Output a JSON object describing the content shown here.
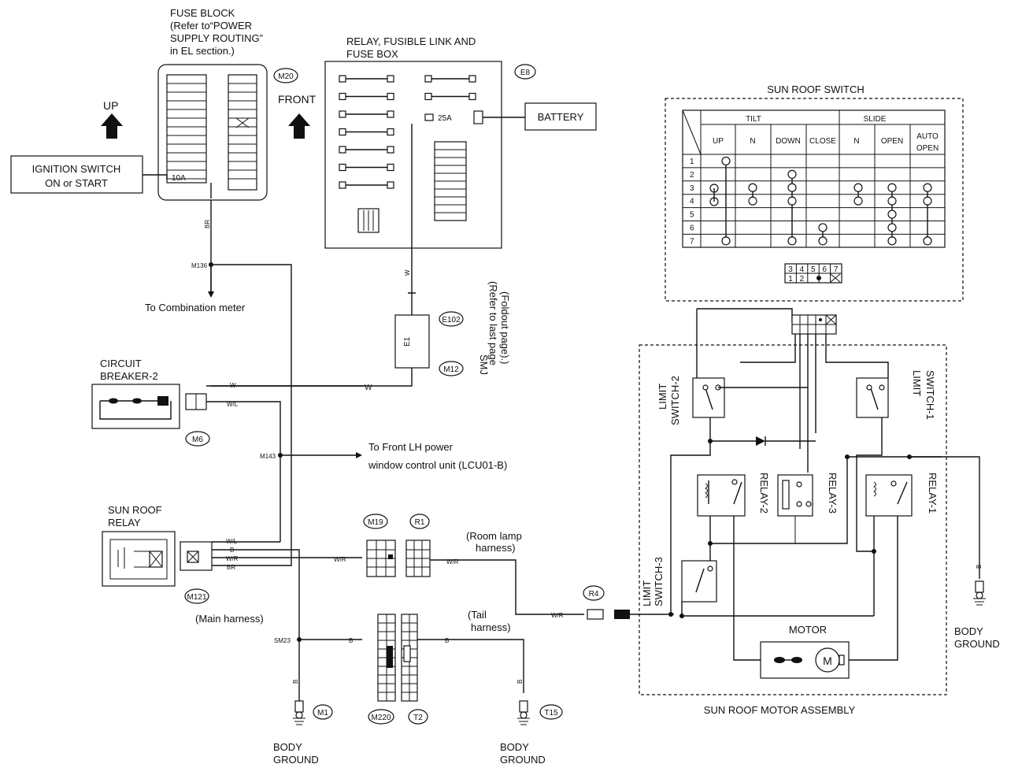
{
  "fuse_block": {
    "title1": "FUSE BLOCK",
    "title2": "(Refer to“POWER",
    "title3": "SUPPLY ROUTING”",
    "title4": "in EL section.)",
    "fuse": "10A",
    "connector": "M20"
  },
  "direction": {
    "up": "UP",
    "front": "FRONT"
  },
  "ignition": {
    "line1": "IGNITION  SWITCH",
    "line2": "ON  or  START"
  },
  "relay_box": {
    "title1": "RELAY, FUSIBLE LINK AND",
    "title2": "FUSE BOX",
    "connector": "E8",
    "fuse": "25A",
    "battery": "BATTERY"
  },
  "sunroof_switch": {
    "title": "SUN ROOF SWITCH",
    "group_tilt": "TILT",
    "group_slide": "SLIDE",
    "columns": [
      "UP",
      "N",
      "DOWN",
      "CLOSE",
      "N",
      "OPEN",
      "AUTO",
      "OPEN"
    ],
    "rows": [
      "1",
      "2",
      "3",
      "4",
      "5",
      "6",
      "7"
    ],
    "connector_top": [
      "3",
      "4",
      "5",
      "6",
      "7"
    ],
    "connector_bottom": [
      "1",
      "2"
    ]
  },
  "wires": {
    "br": "BR",
    "w": "W",
    "wl": "W/L",
    "wr": "W/R",
    "b": "B"
  },
  "connectors": {
    "m136": "M136",
    "m143": "M143",
    "m6": "M6",
    "m121": "M121",
    "m19": "M19",
    "r1": "R1",
    "r4": "R4",
    "m220": "M220",
    "t2": "T2",
    "t15": "T15",
    "m1": "M1",
    "e102": "E102",
    "m12": "M12",
    "e1": "E1",
    "sm23": "SM23"
  },
  "notes": {
    "combination_meter": "To Combination meter",
    "front_lh_1": "To Front LH power",
    "front_lh_2": "window control unit  (LCU01-B)",
    "smj": "SMJ",
    "smj_ref1": "(Refer to last page",
    "smj_ref2": "(Foldout page).)",
    "room_lamp1": "(Room lamp",
    "room_lamp2": "harness)",
    "tail1": "(Tail",
    "tail2": "harness)",
    "main_harness": "(Main harness)"
  },
  "circuit_breaker": {
    "line1": "CIRCUIT",
    "line2": "BREAKER-2"
  },
  "sunroof_relay": {
    "line1": "SUN ROOF",
    "line2": "RELAY"
  },
  "ground": {
    "line1": "BODY",
    "line2": "GROUND"
  },
  "motor_assembly": {
    "title": "SUN ROOF MOTOR ASSEMBLY",
    "motor": "MOTOR",
    "limit1": "LIMIT",
    "switch1": "SWITCH-1",
    "limit2": "LIMIT",
    "switch2": "SWITCH-2",
    "limit3": "LIMIT",
    "switch3": "SWITCH-3",
    "relay1": "RELAY-1",
    "relay2": "RELAY-2",
    "relay3": "RELAY-3"
  }
}
